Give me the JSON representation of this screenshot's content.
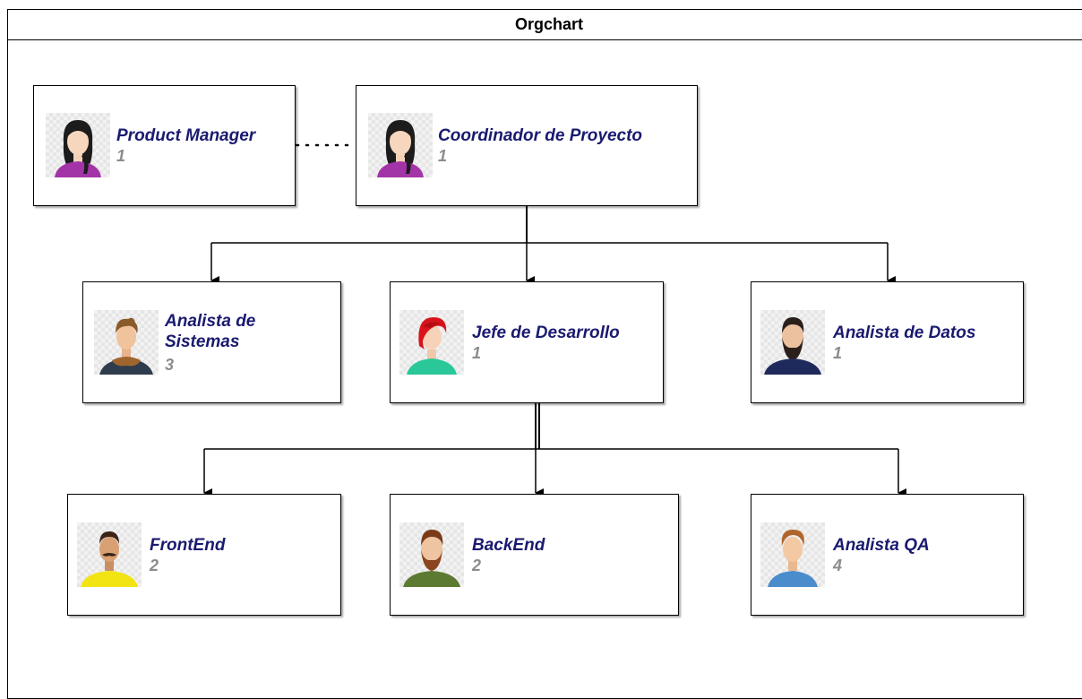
{
  "title": "Orgchart",
  "nodes": {
    "pm": {
      "role": "Product Manager",
      "count": "1",
      "avatar": "woman-ponytail-icon"
    },
    "coord": {
      "role": "Coordinador de Proyecto",
      "count": "1",
      "avatar": "woman-ponytail-icon"
    },
    "as": {
      "role": "Analista de Sistemas",
      "count": "3",
      "avatar": "man-scarf-icon"
    },
    "jd": {
      "role": "Jefe de Desarrollo",
      "count": "1",
      "avatar": "woman-red-hair-icon"
    },
    "ad": {
      "role": "Analista de Datos",
      "count": "1",
      "avatar": "man-beard-dark-icon"
    },
    "fe": {
      "role": "FrontEnd",
      "count": "2",
      "avatar": "man-mustache-icon"
    },
    "be": {
      "role": "BackEnd",
      "count": "2",
      "avatar": "man-beard-red-icon"
    },
    "qa": {
      "role": "Analista QA",
      "count": "4",
      "avatar": "man-blue-shirt-icon"
    }
  },
  "colors": {
    "role_text": "#1a1a70",
    "count_text": "#8c8c8c",
    "border": "#000000"
  }
}
